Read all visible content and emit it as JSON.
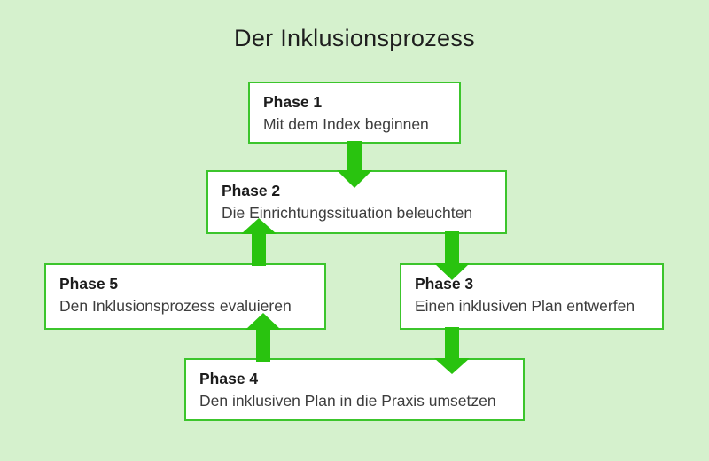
{
  "title": "Der Inklusionsprozess",
  "colors": {
    "background": "#d5f1cd",
    "box_fill": "#ffffff",
    "box_border": "#3cc52c",
    "arrow": "#29c30f",
    "heading_text": "#1c1c1c",
    "body_text": "#3d3d3d"
  },
  "phases": [
    {
      "label": "Phase 1",
      "description": "Mit dem Index beginnen"
    },
    {
      "label": "Phase 2",
      "description": "Die Einrichtungssituation beleuchten"
    },
    {
      "label": "Phase 3",
      "description": "Einen inklusiven Plan entwerfen"
    },
    {
      "label": "Phase 4",
      "description": "Den inklusiven Plan in die Praxis umsetzen"
    },
    {
      "label": "Phase 5",
      "description": "Den Inklusionsprozess evaluieren"
    }
  ],
  "connections": [
    {
      "from": "Phase 1",
      "to": "Phase 2",
      "direction": "down"
    },
    {
      "from": "Phase 2",
      "to": "Phase 3",
      "direction": "down"
    },
    {
      "from": "Phase 3",
      "to": "Phase 4",
      "direction": "down"
    },
    {
      "from": "Phase 4",
      "to": "Phase 5",
      "direction": "up"
    },
    {
      "from": "Phase 5",
      "to": "Phase 2",
      "direction": "up"
    }
  ]
}
